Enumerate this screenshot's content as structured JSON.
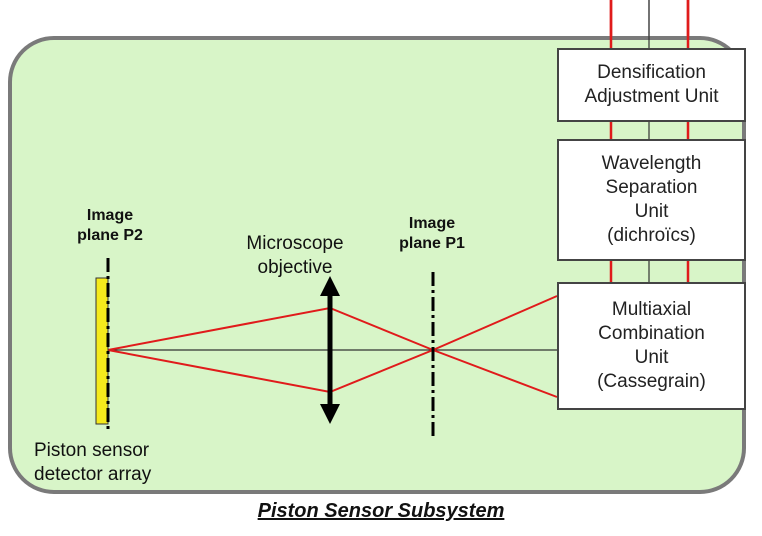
{
  "diagram": {
    "caption": "Piston Sensor Subsystem",
    "boxes": {
      "densification": "Densification\nAdjustment Unit",
      "wavelength": "Wavelength\nSeparation\nUnit\n(dichroïcs)",
      "multiaxial": "Multiaxial\nCombination\nUnit\n(Cassegrain)"
    },
    "labels": {
      "image_plane_p2": "Image\nplane P2",
      "image_plane_p1": "Image\nplane P1",
      "microscope_objective": "Microscope\nobjective",
      "detector": "Piston sensor\ndetector array"
    },
    "colors": {
      "background_panel": "#d8f5c8",
      "panel_border": "#7a7a7a",
      "beam": "#e01b1b",
      "detector": "#f5ea1c"
    }
  }
}
